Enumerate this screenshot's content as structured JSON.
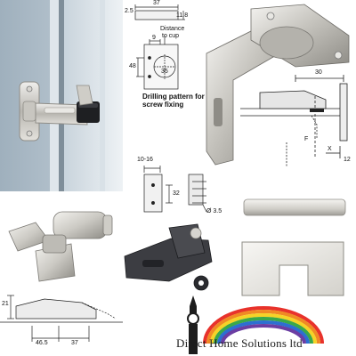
{
  "drawing_top": {
    "dim_width": "37",
    "dim_left": "2.5",
    "dim_right": "11.8",
    "note_distance_line1": "Distance",
    "note_distance_line2": "to cup",
    "dim_spacing": "9",
    "dim_height": "48",
    "dim_cup": "35",
    "note_drill_line1": "Drilling pattern for",
    "note_drill_line2": "screw fixing"
  },
  "drawing_side": {
    "dim_30": "30",
    "dim_F": "F",
    "dim_X": "X",
    "dim_12": "12"
  },
  "drawing_plate": {
    "dim_range": "10-16",
    "dim_32": "32",
    "dim_diameter": "Ø 3.5"
  },
  "drawing_bottom": {
    "dim_21": "21",
    "dim_46_5": "46.5",
    "dim_37": "37"
  },
  "brand": {
    "name": "Direct Home Solutions ltd"
  },
  "colors": {
    "nickel": "#cfcdc7",
    "nickel_shadow": "#8e8c86",
    "plate_dark": "#3c3d42",
    "rainbow": [
      "#e8322b",
      "#f08a24",
      "#f5d327",
      "#3aa84a",
      "#2d6fd1",
      "#6b3ea3"
    ]
  }
}
